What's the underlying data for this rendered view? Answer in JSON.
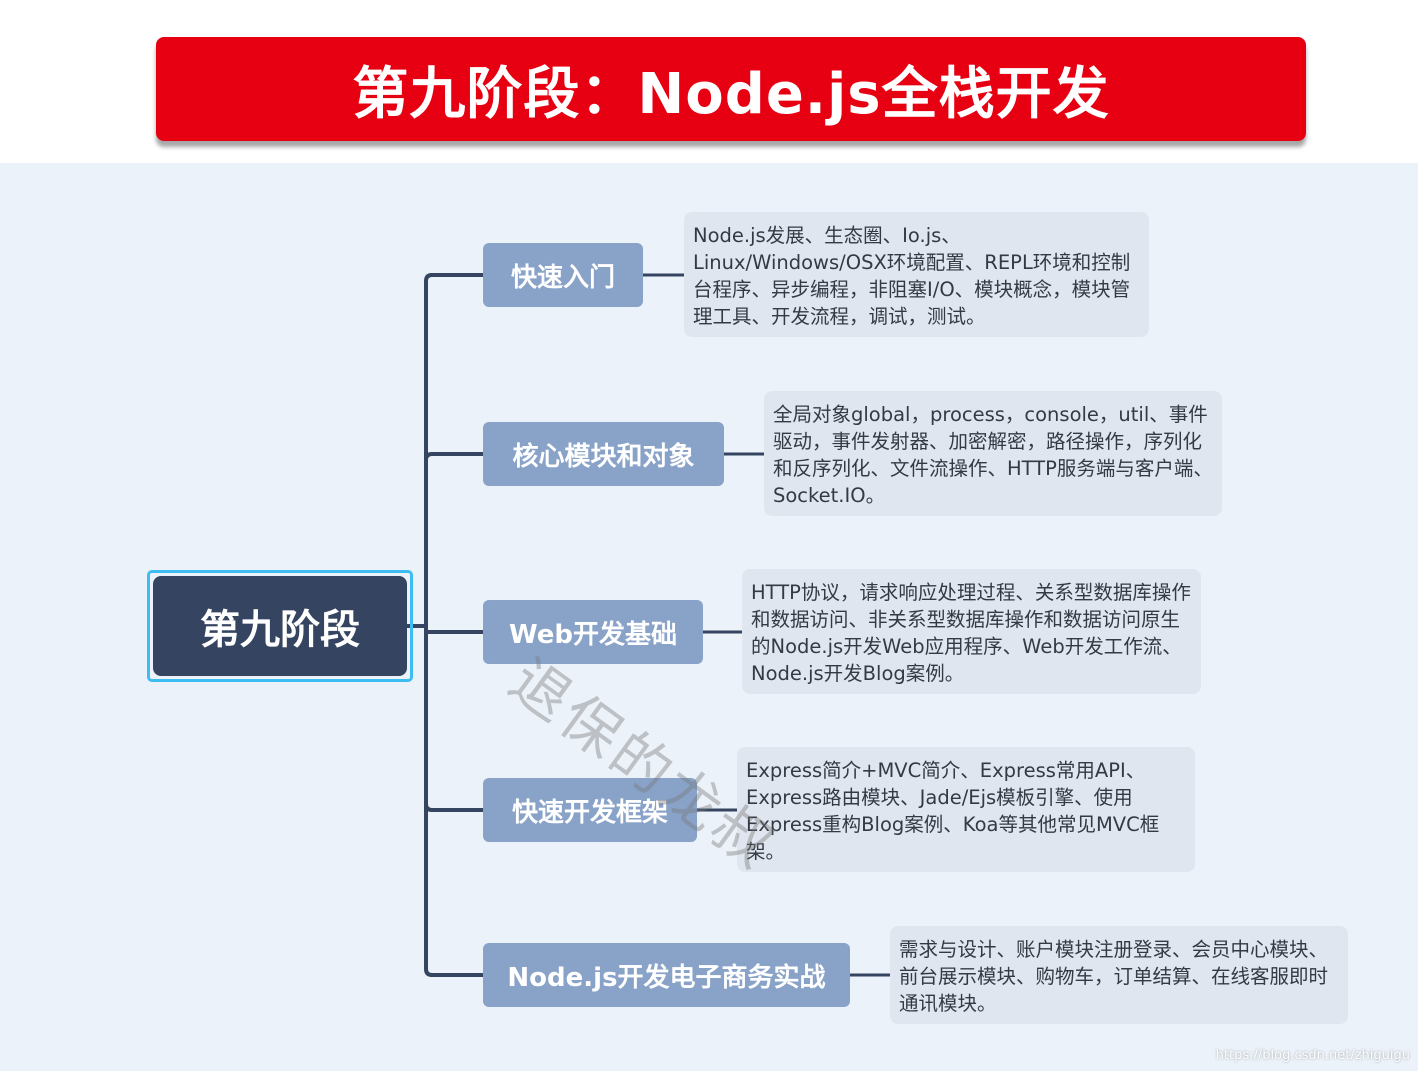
{
  "title": "第九阶段：Node.js全栈开发",
  "root": {
    "label": "第九阶段"
  },
  "branches": [
    {
      "label": "快速入门",
      "note": "Node.js发展、生态圈、Io.js、Linux/Windows/OSX环境配置、REPL环境和控制台程序、异步编程，非阻塞I/O、模块概念，模块管理工具、开发流程，调试，测试。"
    },
    {
      "label": "核心模块和对象",
      "note": "全局对象global，process，console，util、事件驱动，事件发射器、加密解密，路径操作，序列化和反序列化、文件流操作、HTTP服务端与客户端、Socket.IO。"
    },
    {
      "label": "Web开发基础",
      "note": "HTTP协议，请求响应处理过程、关系型数据库操作和数据访问、非关系型数据库操作和数据访问原生的Node.js开发Web应用程序、Web开发工作流、Node.js开发Blog案例。"
    },
    {
      "label": "快速开发框架",
      "note": "Express简介+MVC简介、Express常用API、Express路由模块、Jade/Ejs模板引擎、使用Express重构Blog案例、Koa等其他常见MVC框架。"
    },
    {
      "label": "Node.js开发电子商务实战",
      "note": "需求与设计、账户模块注册登录、会员中心模块、前台展示模块、购物车，订单结算、在线客服即时通讯模块。"
    }
  ],
  "watermark": "退保的龙叔",
  "credit": "https://blog.csdn.net/zhiguigu",
  "colors": {
    "title_bg": "#e60012",
    "canvas_bg": "#ebf2f9",
    "root_bg": "#354460",
    "root_outline": "#3dbdf2",
    "branch_bg": "#88a2c8",
    "note_bg": "#dfe6ef",
    "connector": "#354460"
  }
}
